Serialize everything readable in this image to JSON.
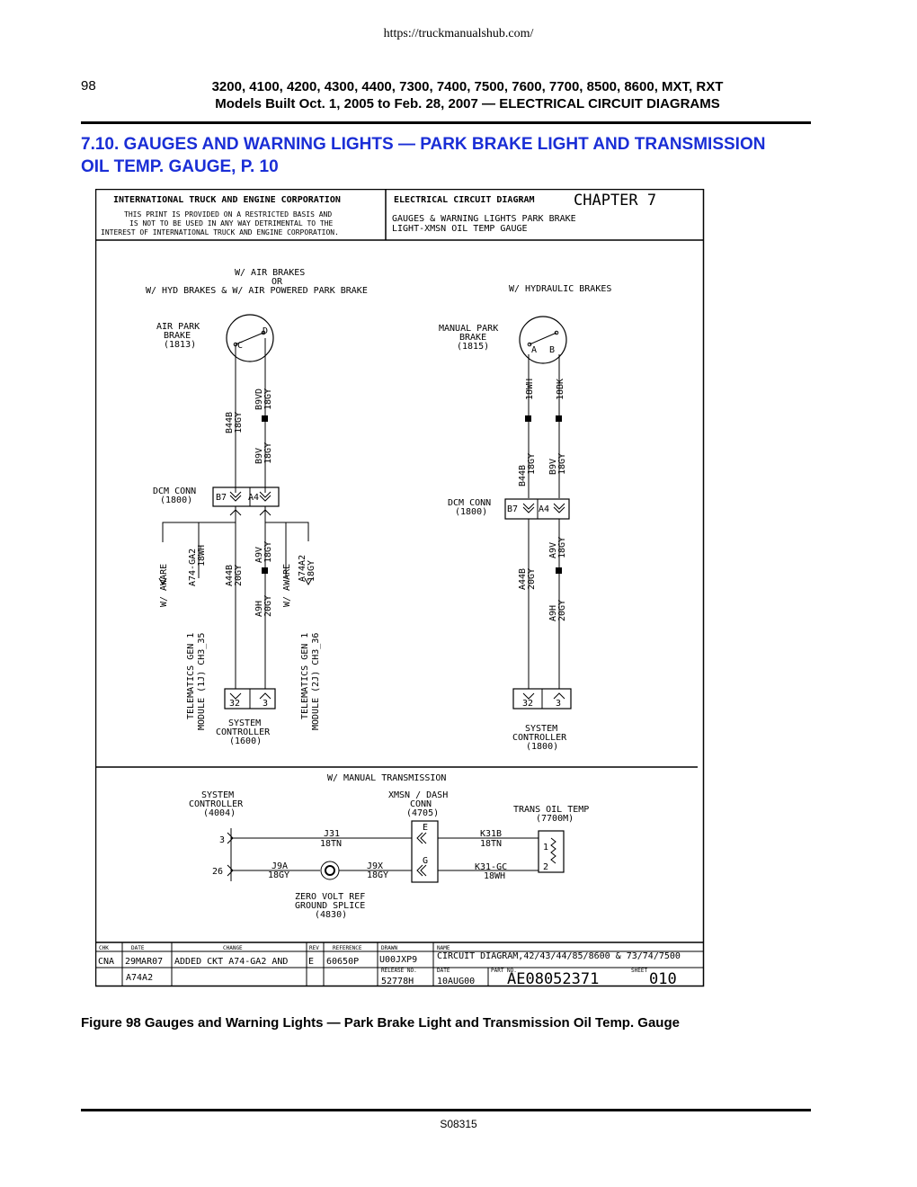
{
  "page": {
    "url": "https://truckmanualshub.com/",
    "number": "98",
    "header_line1": "3200, 4100, 4200, 4300, 4400, 7300, 7400, 7500, 7600, 7700, 8500, 8600, MXT, RXT",
    "header_line2": "Models Built Oct. 1, 2005 to Feb. 28, 2007 — ELECTRICAL CIRCUIT DIAGRAMS",
    "section_title_line1": "7.10. GAUGES AND WARNING LIGHTS — PARK BRAKE LIGHT AND TRANSMISSION",
    "section_title_line2": "OIL TEMP. GAUGE, P. 10",
    "figure_caption": "Figure 98    Gauges and Warning Lights — Park Brake Light and Transmission Oil Temp. Gauge",
    "footer_code": "S08315"
  },
  "diagram": {
    "title_block": {
      "company": "INTERNATIONAL TRUCK AND ENGINE CORPORATION",
      "notice1": "THIS PRINT IS PROVIDED ON A RESTRICTED BASIS AND",
      "notice2": "IS NOT TO BE USED IN ANY WAY DETRIMENTAL TO THE",
      "notice3": "INTEREST OF INTERNATIONAL TRUCK AND ENGINE CORPORATION.",
      "diagram_type": "ELECTRICAL CIRCUIT DIAGRAM",
      "chapter": "CHAPTER  7",
      "desc1": "GAUGES & WARNING LIGHTS PARK BRAKE",
      "desc2": "LIGHT-XMSN OIL TEMP GAUGE"
    },
    "left_section": {
      "cond1": "W/ AIR BRAKES",
      "cond2": "OR",
      "cond3": "W/ HYD BRAKES & W/ AIR POWERED PARK BRAKE",
      "switch_name1": "AIR PARK",
      "switch_name2": "BRAKE",
      "switch_name3": "(1813)",
      "pin_c": "C",
      "pin_d": "D",
      "wire_b44b": "B44B",
      "wire_b44b_g": "18GY",
      "wire_b9vd": "B9VD",
      "wire_b9vd_g": "18GY",
      "wire_b9v": "B9V",
      "wire_b9v_g": "18GY",
      "dcm1": "DCM CONN",
      "dcm2": "(1800)",
      "pin_b7": "B7",
      "pin_a4": "A4",
      "aware1": "W/ AWARE",
      "wire_a74ga2": "A74-GA2",
      "wire_a74ga2_g": "18WH",
      "wire_a44b": "A44B",
      "wire_a44b_g": "20GY",
      "wire_a9v": "A9V",
      "wire_a9v_g": "18GY",
      "wire_a9h": "A9H",
      "wire_a9h_g": "20GY",
      "aware2": "W/ AWARE",
      "wire_a74a2": "A74A2",
      "wire_a74a2_g": "18GY",
      "tele1a": "TELEMATICS GEN 1",
      "tele1b": "MODULE (1J) CH3_35",
      "tele2a": "TELEMATICS GEN 1",
      "tele2b": "MODULE (2J) CH3_36",
      "pin_32": "32",
      "pin_3": "3",
      "sc1": "SYSTEM",
      "sc2": "CONTROLLER",
      "sc3": "(1600)"
    },
    "right_section": {
      "cond": "W/ HYDRAULIC BRAKES",
      "switch_name1": "MANUAL PARK",
      "switch_name2": "BRAKE",
      "switch_name3": "(1815)",
      "pin_a": "A",
      "pin_b": "B",
      "wire_18wh": "18WH",
      "wire_18bk": "18BK",
      "wire_b44b": "B44B",
      "wire_b44b_g": "18GY",
      "wire_b9v": "B9V",
      "wire_b9v_g": "18GY",
      "dcm1": "DCM CONN",
      "dcm2": "(1800)",
      "pin_b7": "B7",
      "pin_a4": "A4",
      "wire_a44b": "A44B",
      "wire_a44b_g": "20GY",
      "wire_a9v": "A9V",
      "wire_a9v_g": "18GY",
      "wire_a9h": "A9H",
      "wire_a9h_g": "20GY",
      "pin_32": "32",
      "pin_3": "3",
      "sc1": "SYSTEM",
      "sc2": "CONTROLLER",
      "sc3": "(1800)"
    },
    "bottom_section": {
      "cond": "W/ MANUAL TRANSMISSION",
      "sc1": "SYSTEM",
      "sc2": "CONTROLLER",
      "sc3": "(4004)",
      "pin_3": "3",
      "pin_26": "26",
      "xm1": "XMSN / DASH",
      "xm2": "CONN",
      "xm3": "(4705)",
      "pin_e": "E",
      "pin_g": "G",
      "wire_j31": "J31",
      "wire_j31_g": "18TN",
      "wire_j9a": "J9A",
      "wire_j9a_g": "18GY",
      "wire_j9x": "J9X",
      "wire_j9x_g": "18GY",
      "wire_k31b": "K31B",
      "wire_k31b_g": "18TN",
      "wire_k31gc": "K31-GC",
      "wire_k31gc_g": "18WH",
      "sensor1": "TRANS OIL TEMP",
      "sensor2": "(7700M)",
      "pin_1": "1",
      "pin_2": "2",
      "zv1": "ZERO VOLT REF",
      "zv2": "GROUND SPLICE",
      "zv3": "(4830)"
    },
    "revision_block": {
      "h_chk": "CHK",
      "h_date": "DATE",
      "h_change": "CHANGE",
      "h_rev": "REV",
      "h_ref": "REFERENCE",
      "h_drawn": "DRAWN",
      "h_name": "NAME",
      "h_release": "RELEASE NO.",
      "h_date2": "DATE",
      "h_part": "PART NO.",
      "h_sheet": "SHEET",
      "chk": "CNA",
      "date": "29MAR07",
      "change1": "ADDED CKT A74-GA2 AND",
      "change2": "A74A2",
      "rev": "E",
      "reference": "60650P",
      "drawn": "U00JXP9",
      "name": "CIRCUIT DIAGRAM,42/43/44/85/8600 & 73/74/7500",
      "release": "52778H",
      "date2": "10AUG00",
      "part": "AE08052371",
      "sheet": "010"
    }
  }
}
